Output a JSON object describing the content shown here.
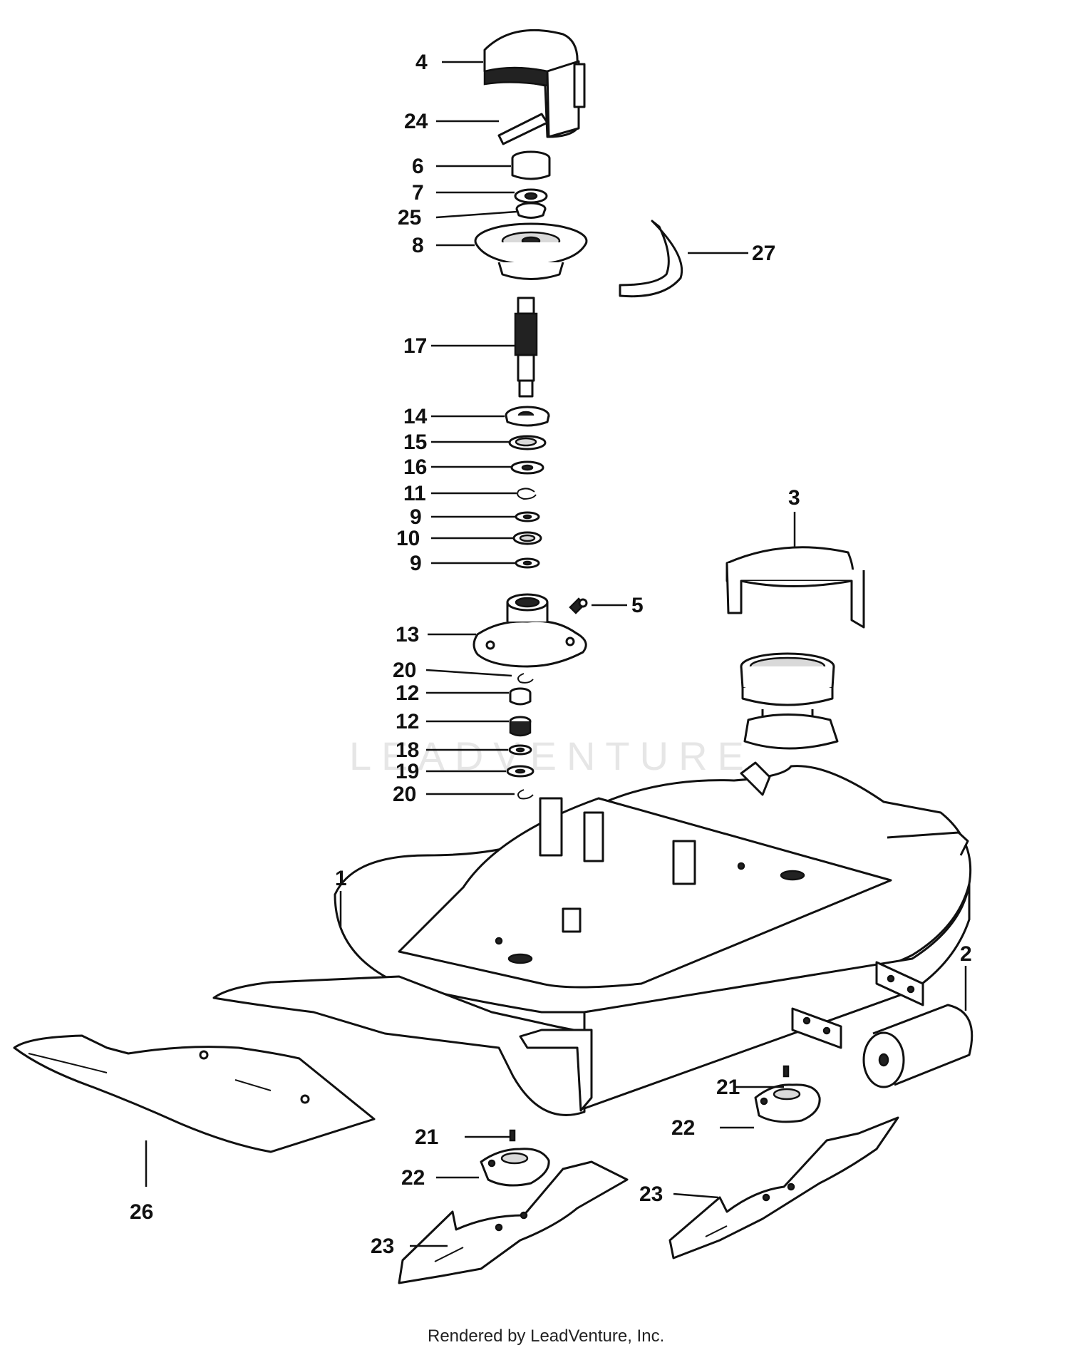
{
  "watermark": "LEADVENTURE",
  "footer": "Rendered by LeadVenture, Inc.",
  "callouts": {
    "c4": "4",
    "c24": "24",
    "c6": "6",
    "c7": "7",
    "c25": "25",
    "c8": "8",
    "c27": "27",
    "c17": "17",
    "c14": "14",
    "c15": "15",
    "c16": "16",
    "c11": "11",
    "c9a": "9",
    "c10": "10",
    "c9b": "9",
    "c3": "3",
    "c5": "5",
    "c13": "13",
    "c20a": "20",
    "c12a": "12",
    "c12b": "12",
    "c18": "18",
    "c19": "19",
    "c20b": "20",
    "c1": "1",
    "c2": "2",
    "c21a": "21",
    "c22a": "22",
    "c21b": "21",
    "c22b": "22",
    "c23a": "23",
    "c23b": "23",
    "c26": "26"
  }
}
